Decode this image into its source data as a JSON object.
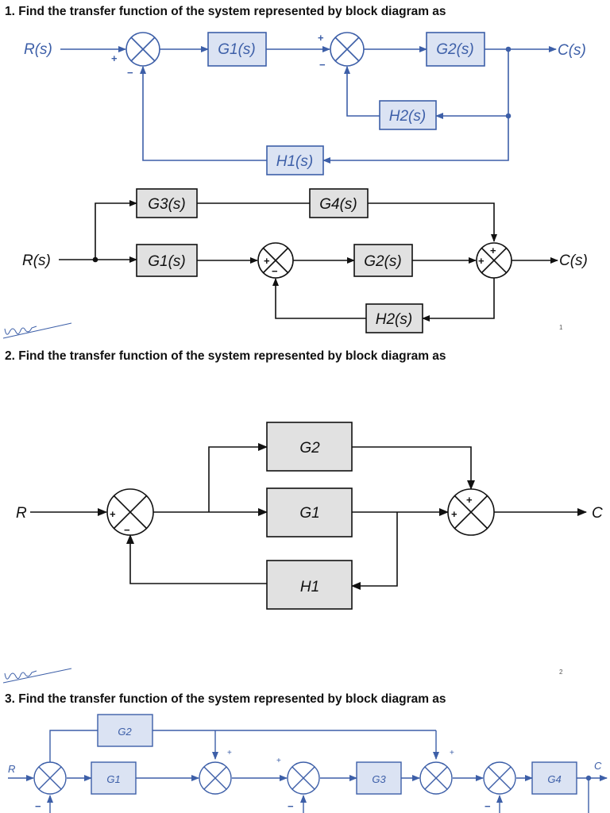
{
  "questions": [
    {
      "title": "1. Find the transfer function of the system represented by block diagram as"
    },
    {
      "title": "2. Find the transfer function of the system represented by block diagram as"
    },
    {
      "title": "3. Find the transfer function of the system represented by block diagram as"
    }
  ],
  "page_numbers": [
    "1",
    "2"
  ],
  "colors": {
    "blue": "#3d5fa8",
    "blue_fill": "#dbe3f3",
    "gray_fill": "#e1e1e1",
    "black": "#111111"
  },
  "d1": {
    "input": "R(s)",
    "output": "C(s)",
    "blocks": {
      "g1": "G1(s)",
      "g2": "G2(s)",
      "h2": "H2(s)",
      "h1": "H1(s)"
    }
  },
  "d2": {
    "input": "R(s)",
    "output": "C(s)",
    "blocks": {
      "g3": "G3(s)",
      "g4": "G4(s)",
      "g1": "G1(s)",
      "g2": "G2(s)",
      "h2": "H2(s)"
    }
  },
  "d3": {
    "input": "R",
    "output": "C",
    "blocks": {
      "g2": "G2",
      "g1": "G1",
      "h1": "H1"
    }
  },
  "d4": {
    "input": "R",
    "output": "C",
    "blocks": {
      "g2": "G2",
      "g1": "G1",
      "g3": "G3",
      "g4": "G4"
    }
  },
  "signs": {
    "plus": "+",
    "minus": "−"
  }
}
